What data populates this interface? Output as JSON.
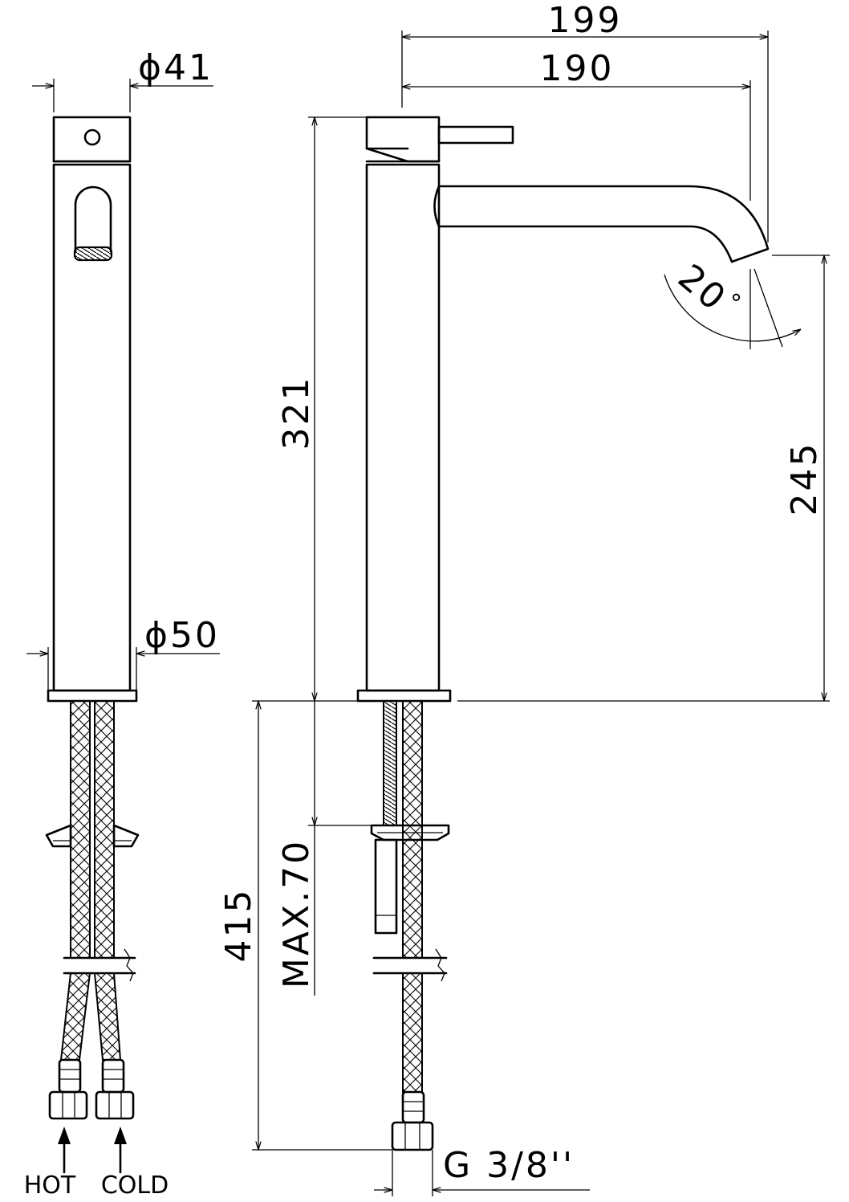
{
  "dimensions": {
    "total_reach": "199",
    "spout_reach": "190",
    "spout_diameter": "ϕ41",
    "base_diameter": "ϕ50",
    "body_height": "321",
    "spout_height": "245",
    "spout_angle": "20",
    "degree_symbol": "°",
    "below_deck_length": "415",
    "max_counter_thickness": "MAX.70",
    "connection_thread": "G 3/8''"
  },
  "labels": {
    "hot": "HOT",
    "cold": "COLD"
  },
  "colors": {
    "line": "#000000",
    "background": "#ffffff"
  }
}
